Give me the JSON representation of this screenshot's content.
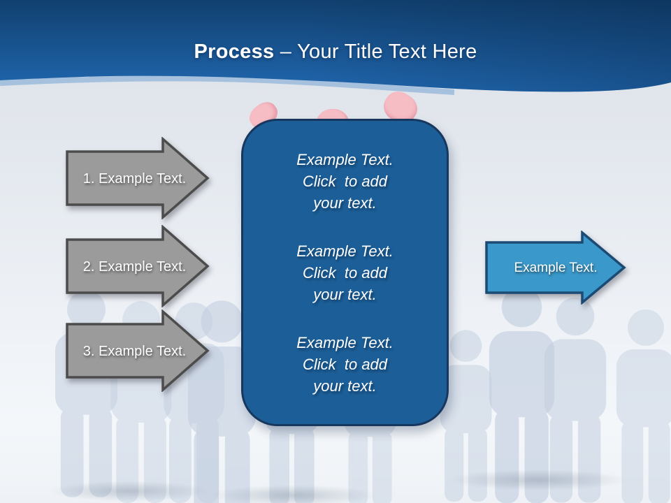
{
  "slide": {
    "header": {
      "title_bold": "Process",
      "title_rest": " – Your Title Text Here"
    },
    "process_steps": [
      {
        "label": "1. Example Text."
      },
      {
        "label": "2. Example Text."
      },
      {
        "label": "3. Example Text."
      }
    ],
    "center_box": {
      "paragraphs": [
        {
          "line1": "Example Text.",
          "line2": "Click  to add",
          "line3": "your text."
        },
        {
          "line1": "Example Text.",
          "line2": "Click  to add",
          "line3": "your text."
        },
        {
          "line1": "Example Text.",
          "line2": "Click  to add",
          "line3": "your text."
        }
      ]
    },
    "output_arrow": {
      "label": "Example Text."
    }
  },
  "colors": {
    "header_top": "#11406f",
    "header_bottom": "#2067af",
    "header_highlight": "#7ea8d4",
    "box_fill": "#1c5f98",
    "box_border": "#17375e",
    "step_arrow_fill": "#9b9b9b",
    "step_arrow_border": "#4c4c4c",
    "output_arrow_fill": "#3b98ca",
    "output_arrow_border": "#1b4a74",
    "pink_figure": "#f7bdc5",
    "person_figure": "#c3cfe0",
    "title_text": "#ffffff"
  }
}
